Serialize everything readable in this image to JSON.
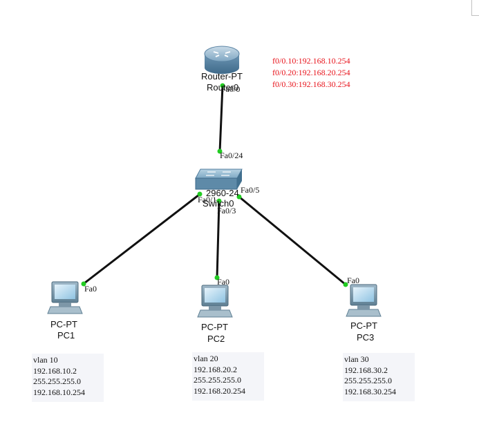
{
  "router": {
    "type_label": "Router-PT",
    "name_label": "Router0",
    "port_label": "Fa0/0"
  },
  "switch": {
    "type_label": "2960-24",
    "name_label": "Switch0",
    "port_uplink": "Fa0/24",
    "port_pc1": "Fa0/1",
    "port_pc2": "Fa0/3",
    "port_pc3": "Fa0/5"
  },
  "subinterfaces": [
    "f0/0.10:192.168.10.254",
    "f0/0.20:192.168.20.254",
    "f0/0.30:192.168.30.254"
  ],
  "pcs": [
    {
      "type_label": "PC-PT",
      "name_label": "PC1",
      "port_label": "Fa0",
      "info": [
        "vlan 10",
        "192.168.10.2",
        "255.255.255.0",
        "192.168.10.254"
      ]
    },
    {
      "type_label": "PC-PT",
      "name_label": "PC2",
      "port_label": "Fa0",
      "info": [
        "vlan 20",
        "192.168.20.2",
        "255.255.255.0",
        "192.168.20.254"
      ]
    },
    {
      "type_label": "PC-PT",
      "name_label": "PC3",
      "port_label": "Fa0",
      "info": [
        "vlan 30",
        "192.168.30.2",
        "255.255.255.0",
        "192.168.30.254"
      ]
    }
  ],
  "colors": {
    "link": "#111111",
    "link_up": "#22cc22",
    "annotation": "#e8141c",
    "device_blue": "#5b8fb0"
  },
  "icons": {
    "router": "router-icon",
    "switch": "switch-icon",
    "pc": "pc-icon"
  }
}
